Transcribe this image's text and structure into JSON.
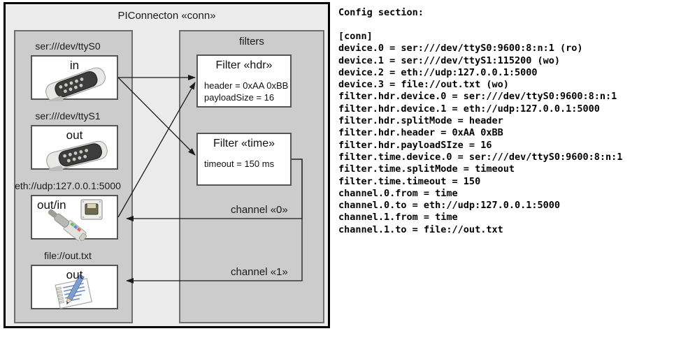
{
  "diagram": {
    "title": "PIConnecton «conn»",
    "devices_panel": {
      "name": "devices",
      "items": [
        {
          "label": "ser:///dev/ttyS0",
          "io": "in",
          "icon": "serial-port-icon"
        },
        {
          "label": "ser:///dev/ttyS1",
          "io": "out",
          "icon": "serial-port-icon"
        },
        {
          "label": "eth://udp:127.0.0.1:5000",
          "io": "out/in",
          "icon": "ethernet-port-icon"
        },
        {
          "label": "file://out.txt",
          "io": "out",
          "icon": "text-file-icon"
        }
      ]
    },
    "filters_panel": {
      "title": "filters",
      "filters": [
        {
          "title": "Filter «hdr»",
          "props": [
            "header = 0xAA 0xBB",
            "payloadSize = 16"
          ]
        },
        {
          "title": "Filter «time»",
          "props": [
            "timeout = 150 ms"
          ]
        }
      ]
    },
    "channels": [
      {
        "label": "channel «0»"
      },
      {
        "label": "channel «1»"
      }
    ]
  },
  "config": {
    "heading": "Config section:",
    "lines": "[conn]\ndevice.0 = ser:///dev/ttyS0:9600:8:n:1 (ro)\ndevice.1 = ser:///dev/ttyS1:115200 (wo)\ndevice.2 = eth://udp:127.0.0.1:5000\ndevice.3 = file://out.txt (wo)\nfilter.hdr.device.0 = ser:///dev/ttyS0:9600:8:n:1\nfilter.hdr.device.1 = eth://udp:127.0.0.1:5000\nfilter.hdr.splitMode = header\nfilter.hdr.header = 0xAA 0xBB\nfilter.hdr.payloadSIze = 16\nfilter.time.device.0 = ser:///dev/ttyS0:9600:8:n:1\nfilter.time.splitMode = timeout\nfilter.time.timeout = 150\nchannel.0.from = time\nchannel.0.to = eth://udp:127.0.0.1:5000\nchannel.1.from = time\nchannel.1.to = file://out.txt"
  },
  "colors": {
    "outer_bg": "#ececec",
    "panel_bg": "#cccccc",
    "panel_border": "#6e6e6e",
    "box_border": "#555555",
    "frame_border": "#000000",
    "wire": "#1a1a1a"
  }
}
